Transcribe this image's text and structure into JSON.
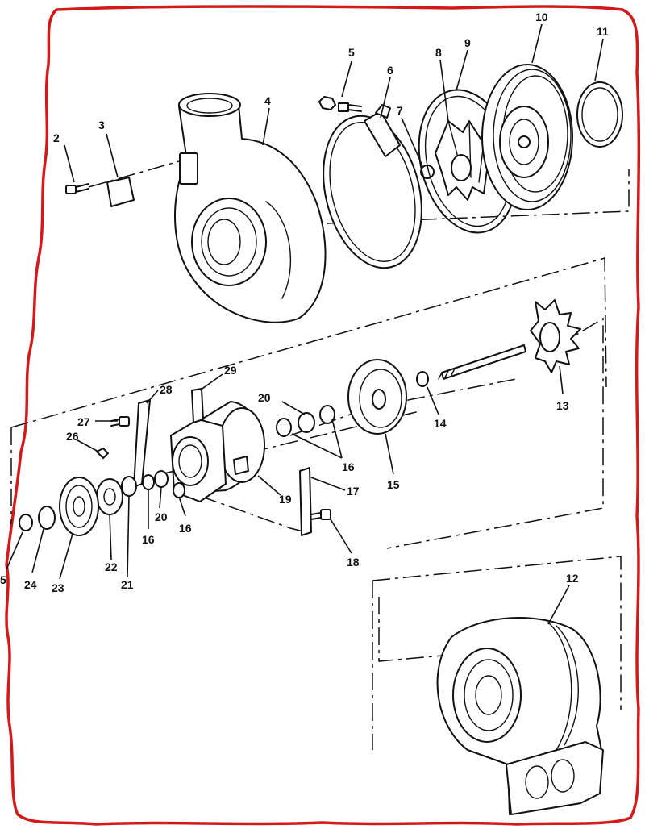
{
  "colors": {
    "border": "#d21a1a",
    "ink": "#111111"
  },
  "callouts": [
    {
      "id": "c2",
      "text": "2"
    },
    {
      "id": "c3",
      "text": "3"
    },
    {
      "id": "c4",
      "text": "4"
    },
    {
      "id": "c5top",
      "text": "5"
    },
    {
      "id": "c6",
      "text": "6"
    },
    {
      "id": "c7",
      "text": "7"
    },
    {
      "id": "c8",
      "text": "8"
    },
    {
      "id": "c9",
      "text": "9"
    },
    {
      "id": "c10",
      "text": "10"
    },
    {
      "id": "c11",
      "text": "11"
    },
    {
      "id": "c12",
      "text": "12"
    },
    {
      "id": "c13",
      "text": "13"
    },
    {
      "id": "c14",
      "text": "14"
    },
    {
      "id": "c15",
      "text": "15"
    },
    {
      "id": "c16a",
      "text": "16"
    },
    {
      "id": "c16b",
      "text": "16"
    },
    {
      "id": "c16c",
      "text": "16"
    },
    {
      "id": "c17",
      "text": "17"
    },
    {
      "id": "c18",
      "text": "18"
    },
    {
      "id": "c19",
      "text": "19"
    },
    {
      "id": "c20a",
      "text": "20"
    },
    {
      "id": "c20b",
      "text": "20"
    },
    {
      "id": "c21",
      "text": "21"
    },
    {
      "id": "c22",
      "text": "22"
    },
    {
      "id": "c23",
      "text": "23"
    },
    {
      "id": "c24",
      "text": "24"
    },
    {
      "id": "c25",
      "text": "5"
    },
    {
      "id": "c26",
      "text": "26"
    },
    {
      "id": "c27",
      "text": "27"
    },
    {
      "id": "c28",
      "text": "28"
    },
    {
      "id": "c29",
      "text": "29"
    }
  ]
}
